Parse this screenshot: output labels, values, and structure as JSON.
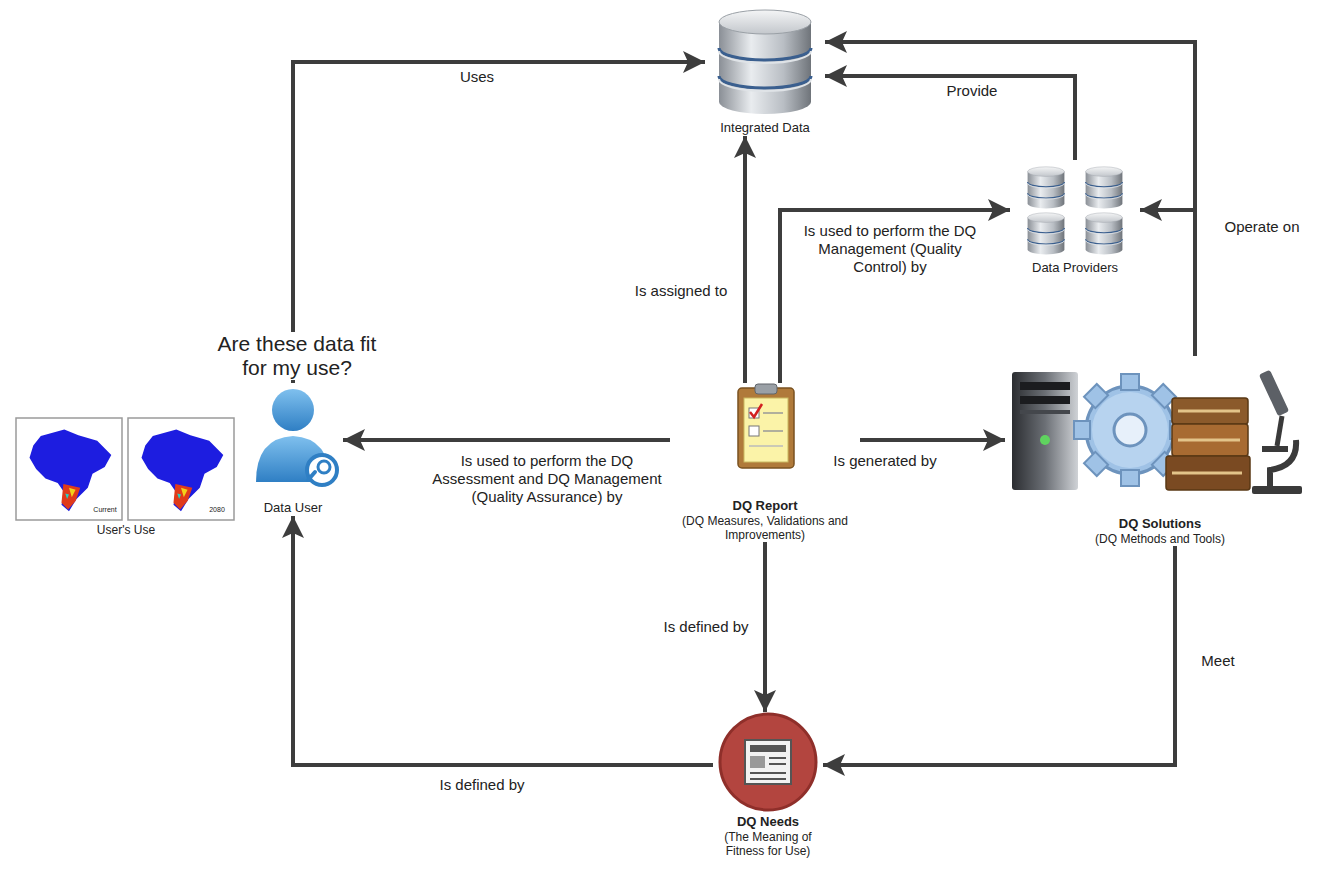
{
  "diagram": {
    "nodes": [
      {
        "text": [
          "Integrated Data"
        ]
      },
      {
        "text": [
          "Data Providers"
        ]
      },
      {
        "text": [
          "User's Use"
        ]
      },
      {
        "text": [
          "Data User"
        ]
      },
      {
        "text": [
          "DQ Report",
          "(DQ Measures, Validations and Improvements)"
        ]
      },
      {
        "text": [
          "DQ Solutions",
          "(DQ Methods and Tools)"
        ]
      },
      {
        "text": [
          "DQ Needs",
          "(The Meaning of Fitness for Use)"
        ]
      }
    ],
    "edges": [
      {
        "from": 3,
        "to": 0,
        "label": "Uses",
        "arrow": "to"
      },
      {
        "from": 1,
        "to": 0,
        "label": "Provide",
        "arrow": "to"
      },
      {
        "from": 5,
        "to": 0,
        "arrow": "to"
      },
      {
        "from": 5,
        "to": 1,
        "label": "Operate on",
        "arrow": "to"
      },
      {
        "from": 4,
        "to": 0,
        "label": "Is assigned to",
        "arrow": "to"
      },
      {
        "from": 4,
        "to": 1,
        "label": "Is used to perform the DQ Management (Quality Control) by",
        "arrow": "to"
      },
      {
        "from": 4,
        "to": 3,
        "label": "Is used to perform the DQ Assessment and DQ Management (Quality Assurance) by",
        "arrow": "to"
      },
      {
        "from": 4,
        "to": 5,
        "label": "Is generated by",
        "arrow": "to"
      },
      {
        "from": 4,
        "to": 6,
        "label": "Is defined by",
        "arrow": "to"
      },
      {
        "from": 5,
        "to": 6,
        "label": "Meet",
        "arrow": "to"
      },
      {
        "from": 6,
        "to": 3,
        "label": "Is defined by",
        "arrow": "to"
      }
    ],
    "labels": [
      "Are these data fit for my use?",
      "Current",
      "2080"
    ]
  }
}
